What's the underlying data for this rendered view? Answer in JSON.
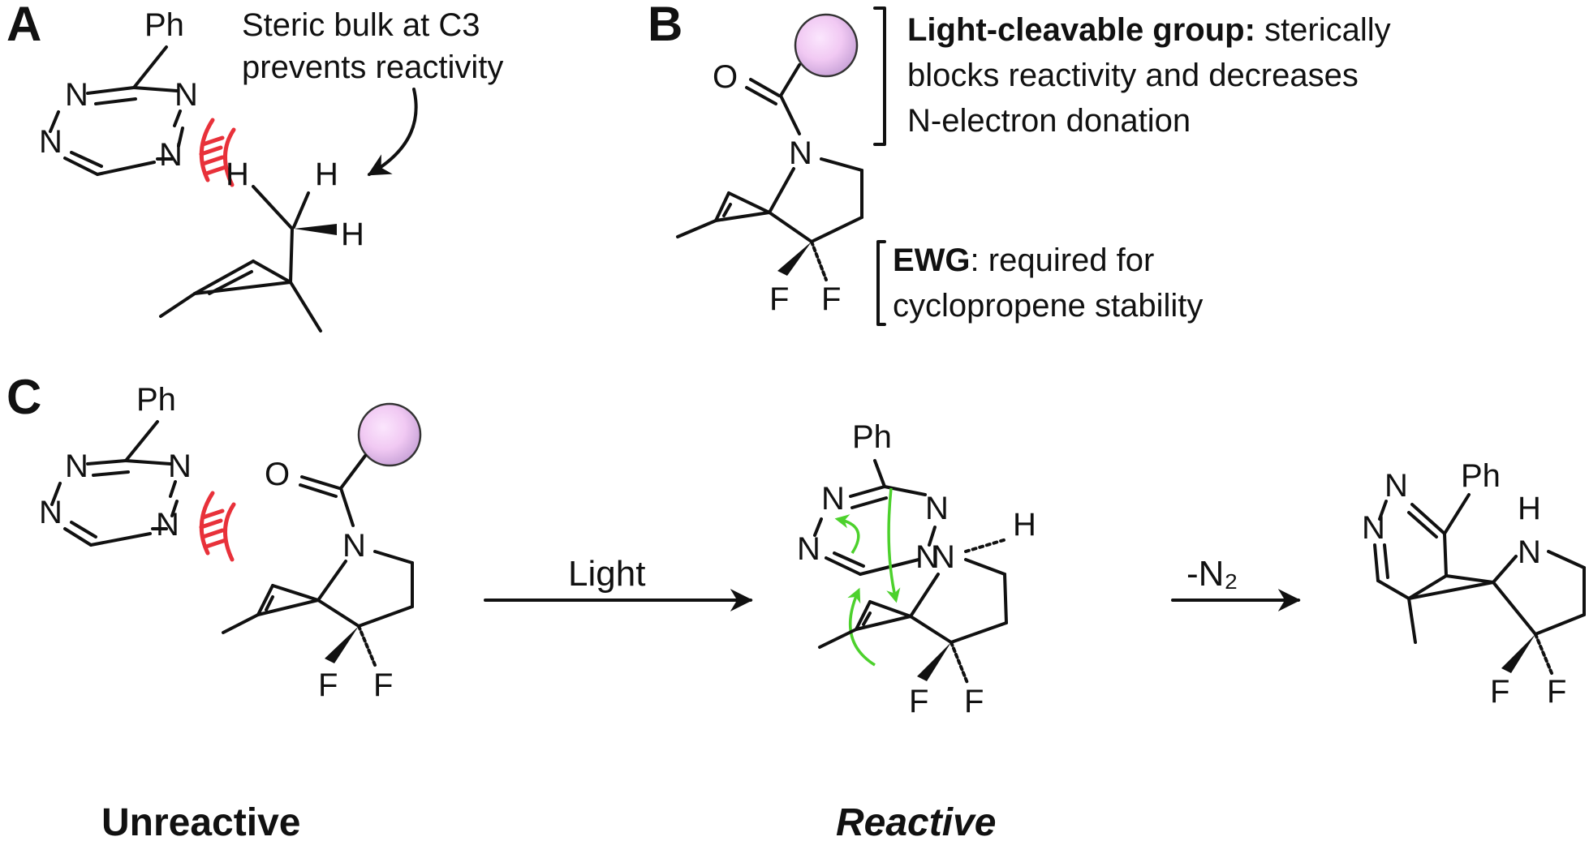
{
  "panel_labels": {
    "a": "A",
    "b": "B",
    "c": "C"
  },
  "panel_a": {
    "annotation_line1": "Steric bulk at C3",
    "annotation_line2": "prevents reactivity"
  },
  "panel_b": {
    "group_heading": "Light-cleavable group:",
    "group_line1_rest": "sterically",
    "group_line2": "blocks reactivity and decreases",
    "group_line3": "N-electron donation",
    "ewg_heading": "EWG",
    "ewg_line1_rest": ": required for",
    "ewg_line2": "cyclopropene stability"
  },
  "panel_c": {
    "arrow1_label": "Light",
    "arrow2_label": "-N₂",
    "left_caption": "Unreactive",
    "middle_caption": "Reactive"
  },
  "atoms": {
    "ph": "Ph",
    "n": "N",
    "h": "H",
    "o": "O",
    "f": "F"
  },
  "colors": {
    "steric_clash": "#e8313a",
    "electron_arrows": "#4cd12c",
    "protecting_group_sphere": "#f1c9f3"
  },
  "icons": {
    "protecting_group": "purple-sphere-icon",
    "steric_clash": "steric-clash-icon",
    "reaction_arrow": "reaction-arrow-icon"
  }
}
